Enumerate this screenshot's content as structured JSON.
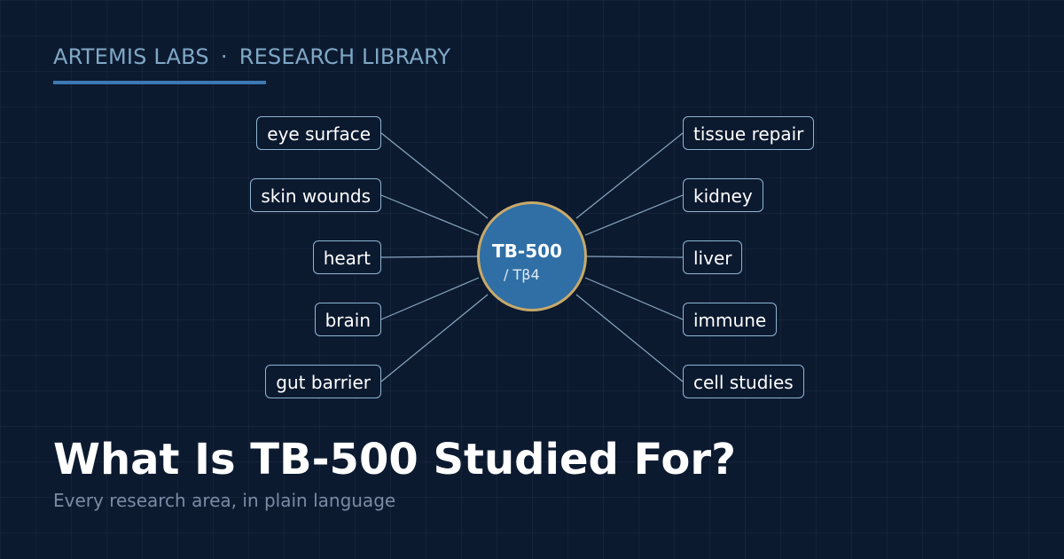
{
  "brand": {
    "name": "ARTEMIS LABS",
    "separator": "·",
    "section": "RESEARCH LIBRARY"
  },
  "hub": {
    "title": "TB-500",
    "subtitle": "/ Tβ4"
  },
  "left_nodes": [
    "eye surface",
    "skin wounds",
    "heart",
    "brain",
    "gut barrier"
  ],
  "right_nodes": [
    "tissue repair",
    "kidney",
    "liver",
    "immune",
    "cell studies"
  ],
  "headline": {
    "title": "What Is TB-500 Studied For?",
    "subtitle": "Every research area, in plain language"
  },
  "colors": {
    "background": "#0c1a30",
    "accent": "#3b79b4",
    "hub_fill": "#2f6fa5",
    "hub_ring": "#c8a96a",
    "node_border": "#8fb6d2",
    "connector": "#9fc0d8"
  }
}
